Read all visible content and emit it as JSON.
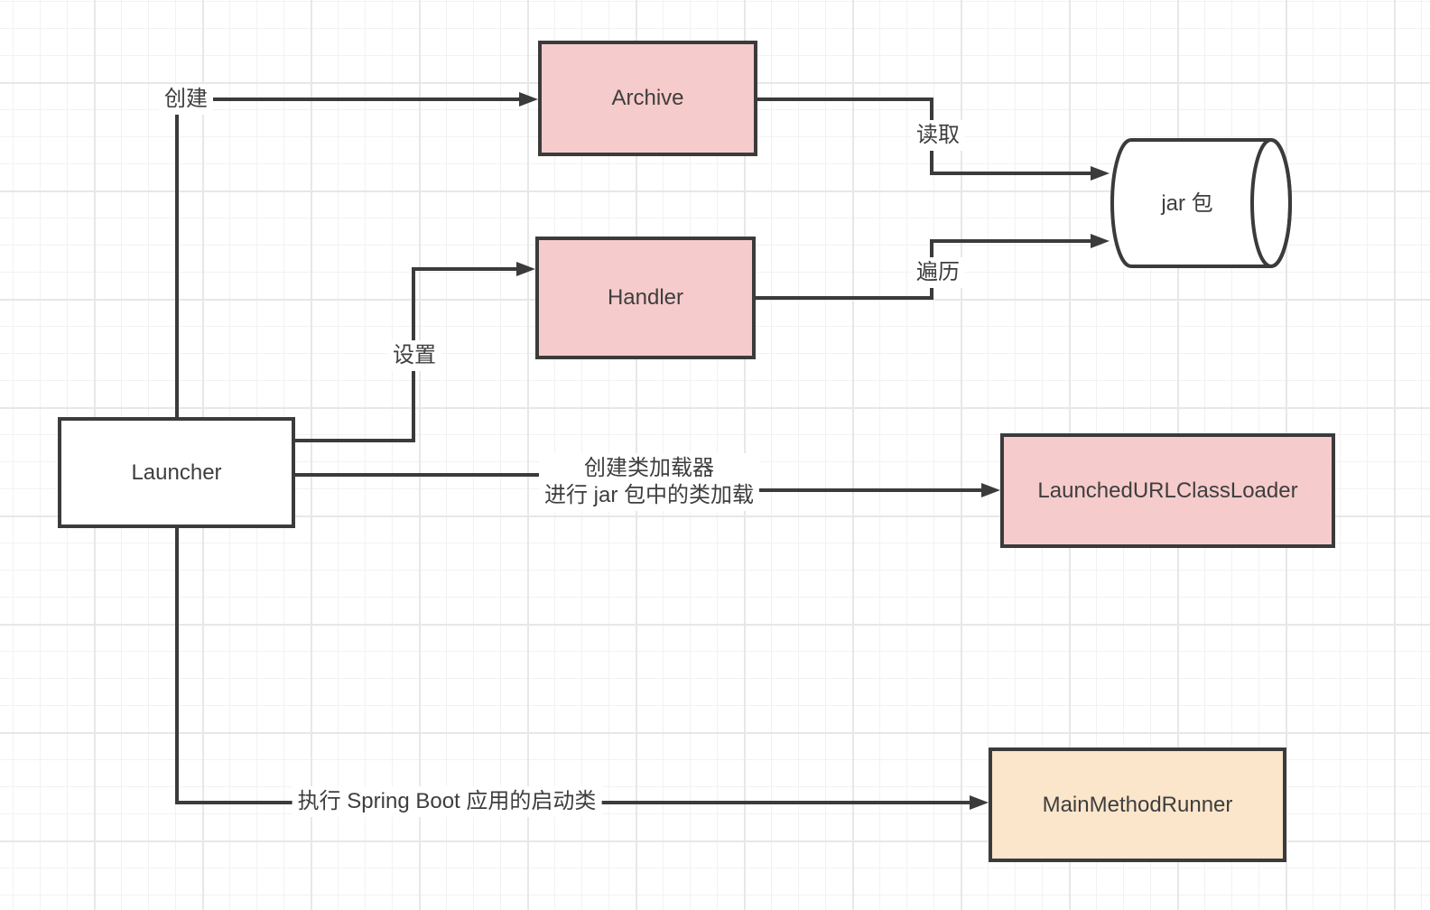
{
  "diagram": {
    "nodes": {
      "launcher": {
        "label": "Launcher"
      },
      "archive": {
        "label": "Archive"
      },
      "handler": {
        "label": "Handler"
      },
      "jar": {
        "label": "jar 包"
      },
      "classloader": {
        "label": "LaunchedURLClassLoader"
      },
      "runner": {
        "label": "MainMethodRunner"
      }
    },
    "edge_labels": {
      "create": "创建",
      "read": "读取",
      "set": "设置",
      "traverse": "遍历",
      "classload_line1": "创建类加载器",
      "classload_line2": "进行 jar 包中的类加载",
      "run": "执行 Spring Boot 应用的启动类"
    },
    "edges": [
      {
        "from": "Launcher",
        "to": "Archive",
        "label": "创建"
      },
      {
        "from": "Archive",
        "to": "jar 包",
        "label": "读取"
      },
      {
        "from": "Launcher",
        "to": "Handler",
        "label": "设置"
      },
      {
        "from": "Handler",
        "to": "jar 包",
        "label": "遍历"
      },
      {
        "from": "Launcher",
        "to": "LaunchedURLClassLoader",
        "label": "创建类加载器 进行 jar 包中的类加载"
      },
      {
        "from": "Launcher",
        "to": "MainMethodRunner",
        "label": "执行 Spring Boot 应用的启动类"
      }
    ],
    "colors": {
      "node_pink": "#f6cbcb",
      "node_peach": "#fbe5cb",
      "node_white": "#ffffff",
      "stroke": "#3b3b3b",
      "text": "#3e3e3e",
      "grid_minor": "#f2f2f2",
      "grid_major": "#e7e7e7",
      "background": "#ffffff"
    }
  }
}
